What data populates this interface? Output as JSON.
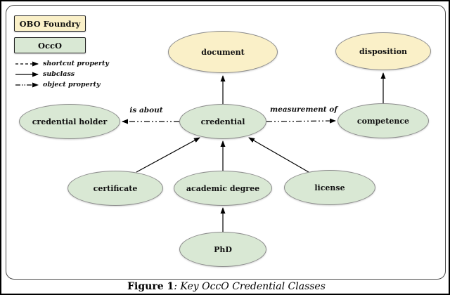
{
  "figure": {
    "caption_label": "Figure 1",
    "caption_text": ": Key OccO Credential Classes"
  },
  "legend": {
    "obo_foundry_label": "OBO Foundry",
    "occo_label": "OccO",
    "items": [
      {
        "label": "shortcut property",
        "line_style": "dashed"
      },
      {
        "label": "subclass",
        "line_style": "solid"
      },
      {
        "label": "object property",
        "line_style": "dash-dot"
      }
    ]
  },
  "colors": {
    "obo_fill": "#FAF0C8",
    "occo_fill": "#D9E8D4",
    "node_border": "#8C8C8C",
    "arrow": "#000000"
  },
  "nodes": [
    {
      "id": "document",
      "label": "document",
      "group": "obo"
    },
    {
      "id": "disposition",
      "label": "disposition",
      "group": "obo"
    },
    {
      "id": "credential-holder",
      "label": "credential holder",
      "group": "occo"
    },
    {
      "id": "credential",
      "label": "credential",
      "group": "occo"
    },
    {
      "id": "competence",
      "label": "competence",
      "group": "occo"
    },
    {
      "id": "certificate",
      "label": "certificate",
      "group": "occo"
    },
    {
      "id": "academic-degree",
      "label": "academic degree",
      "group": "occo"
    },
    {
      "id": "license",
      "label": "license",
      "group": "occo"
    },
    {
      "id": "phd",
      "label": "PhD",
      "group": "occo"
    }
  ],
  "edges": [
    {
      "from": "credential",
      "to": "document",
      "type": "subclass"
    },
    {
      "from": "competence",
      "to": "disposition",
      "type": "subclass"
    },
    {
      "from": "credential",
      "to": "credential-holder",
      "type": "object property",
      "label": "is about"
    },
    {
      "from": "credential",
      "to": "competence",
      "type": "object property",
      "label": "measurement of"
    },
    {
      "from": "certificate",
      "to": "credential",
      "type": "subclass"
    },
    {
      "from": "academic-degree",
      "to": "credential",
      "type": "subclass"
    },
    {
      "from": "license",
      "to": "credential",
      "type": "subclass"
    },
    {
      "from": "phd",
      "to": "academic-degree",
      "type": "subclass"
    }
  ],
  "edge_labels": {
    "is_about": "is about",
    "measurement_of": "measurement of"
  }
}
